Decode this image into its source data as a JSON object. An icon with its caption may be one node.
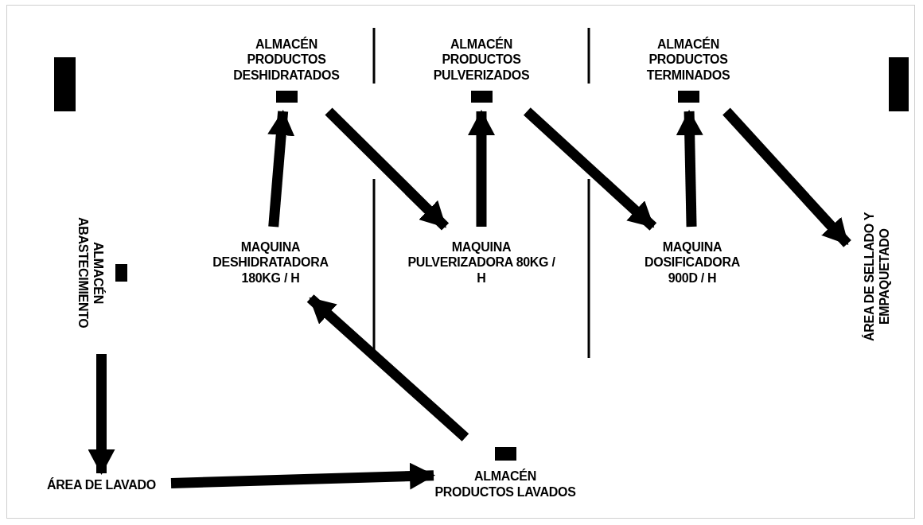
{
  "diagram": {
    "nodes": [
      {
        "text": [
          "ALMACÉN ABASTECIMIENTO"
        ]
      },
      {
        "text": [
          "ÁREA DE LAVADO"
        ]
      },
      {
        "text": [
          "ALMACÉN PRODUCTOS LAVADOS"
        ]
      },
      {
        "text": [
          "MAQUINA DESHIDRATADORA 180KG / H"
        ]
      },
      {
        "text": [
          "ALMACÉN PRODUCTOS DESHIDRATADOS"
        ]
      },
      {
        "text": [
          "MAQUINA PULVERIZADORA 80KG / H"
        ]
      },
      {
        "text": [
          "ALMACÉN PRODUCTOS PULVERIZADOS"
        ]
      },
      {
        "text": [
          "MAQUINA DOSIFICADORA 900D / H"
        ]
      },
      {
        "text": [
          "ALMACÉN PRODUCTOS TERMINADOS"
        ]
      },
      {
        "text": [
          "ÁREA DE SELLADO Y EMPAQUETADO"
        ]
      }
    ],
    "edges": [
      {
        "from": 0,
        "to": 1,
        "arrow": "to"
      },
      {
        "from": 1,
        "to": 2,
        "arrow": "to"
      },
      {
        "from": 2,
        "to": 3,
        "arrow": "to"
      },
      {
        "from": 3,
        "to": 4,
        "arrow": "to"
      },
      {
        "from": 4,
        "to": 5,
        "arrow": "to"
      },
      {
        "from": 5,
        "to": 6,
        "arrow": "to"
      },
      {
        "from": 6,
        "to": 7,
        "arrow": "to"
      },
      {
        "from": 7,
        "to": 8,
        "arrow": "to"
      },
      {
        "from": 8,
        "to": 9,
        "arrow": "to"
      }
    ]
  }
}
